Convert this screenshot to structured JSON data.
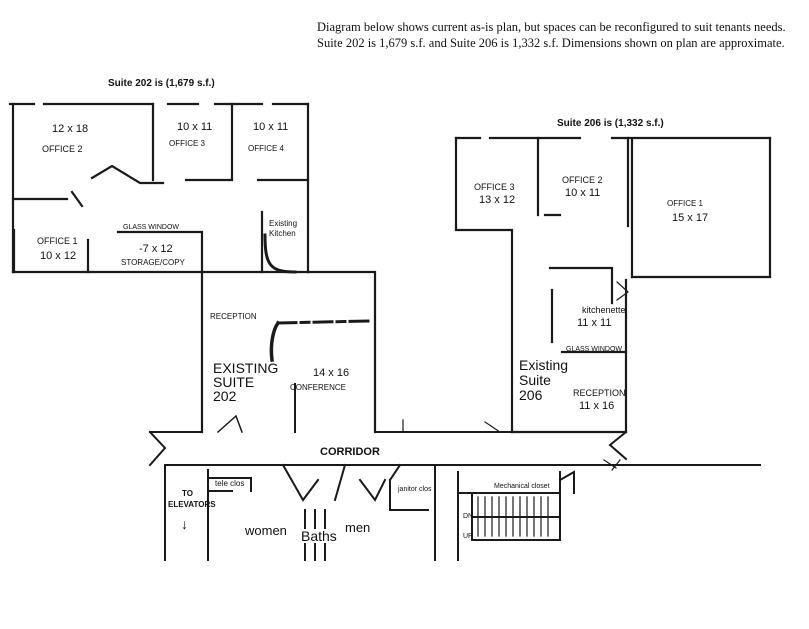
{
  "caption": {
    "line1": "Diagram below shows current as-is plan, but spaces can be reconfigured to suit tenants needs.",
    "line2": "Suite 202 is 1,679 s.f. and Suite 206 is 1,332 s.f.  Dimensions shown on plan are approximate."
  },
  "suite202": {
    "title": "Suite 202 is (1,679 s.f.)",
    "office2": {
      "size": "12 x 18",
      "name": "OFFICE 2"
    },
    "office3": {
      "size": "10 x 11",
      "name": "OFFICE 3"
    },
    "office4": {
      "size": "10 x 11",
      "name": "OFFICE 4"
    },
    "office1": {
      "name": "OFFICE 1",
      "size": "10 x 12"
    },
    "glass_window": "GLASS WINDOW",
    "storage": {
      "size": "-7 x 12",
      "name": "STORAGE/COPY"
    },
    "kitchen": {
      "line1": "Existing",
      "line2": "Kitchen"
    },
    "reception": "RECEPTION",
    "existing": {
      "line1": "EXISTING",
      "line2": "SUITE",
      "line3": "202"
    },
    "conference": {
      "size": "14 x 16",
      "name": "CONFERENCE"
    }
  },
  "suite206": {
    "title": "Suite 206 is (1,332 s.f.)",
    "office3": {
      "name": "OFFICE 3",
      "size": "13 x 12"
    },
    "office2": {
      "name": "OFFICE 2",
      "size": "10 x 11"
    },
    "office1": {
      "name": "OFFICE 1",
      "size": "15 x 17"
    },
    "kitchenette": {
      "name": "kitchenette",
      "size": "11 x 11"
    },
    "glass_window": "GLASS WINDOW",
    "existing": {
      "line1": "Existing",
      "line2": "Suite",
      "line3": "206"
    },
    "reception": {
      "name": "RECEPTION",
      "size": "11 x 16"
    }
  },
  "common": {
    "corridor": "CORRIDOR",
    "to_elevators": {
      "line1": "TO",
      "line2": "ELEVATORS",
      "arrow": "↓"
    },
    "tele_clos": "tele clos",
    "janitor_clos": "janitor clos",
    "mechanical_closet": "Mechanical closet",
    "women": "women",
    "baths": "Baths",
    "men": "men",
    "stair_dn": "DN",
    "stair_up": "UP"
  }
}
